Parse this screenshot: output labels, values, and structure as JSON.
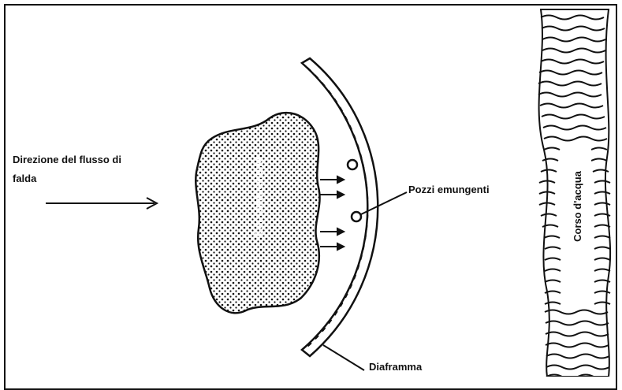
{
  "labels": {
    "flow_direction_line1": "Direzione del flusso di",
    "flow_direction_line2": "falda",
    "contamination": "Contaminazione",
    "wells": "Pozzi emungenti",
    "river": "Corso d'acqua",
    "diaphragm": "Diaframma"
  },
  "colors": {
    "ink": "#111111",
    "paper": "#ffffff"
  }
}
